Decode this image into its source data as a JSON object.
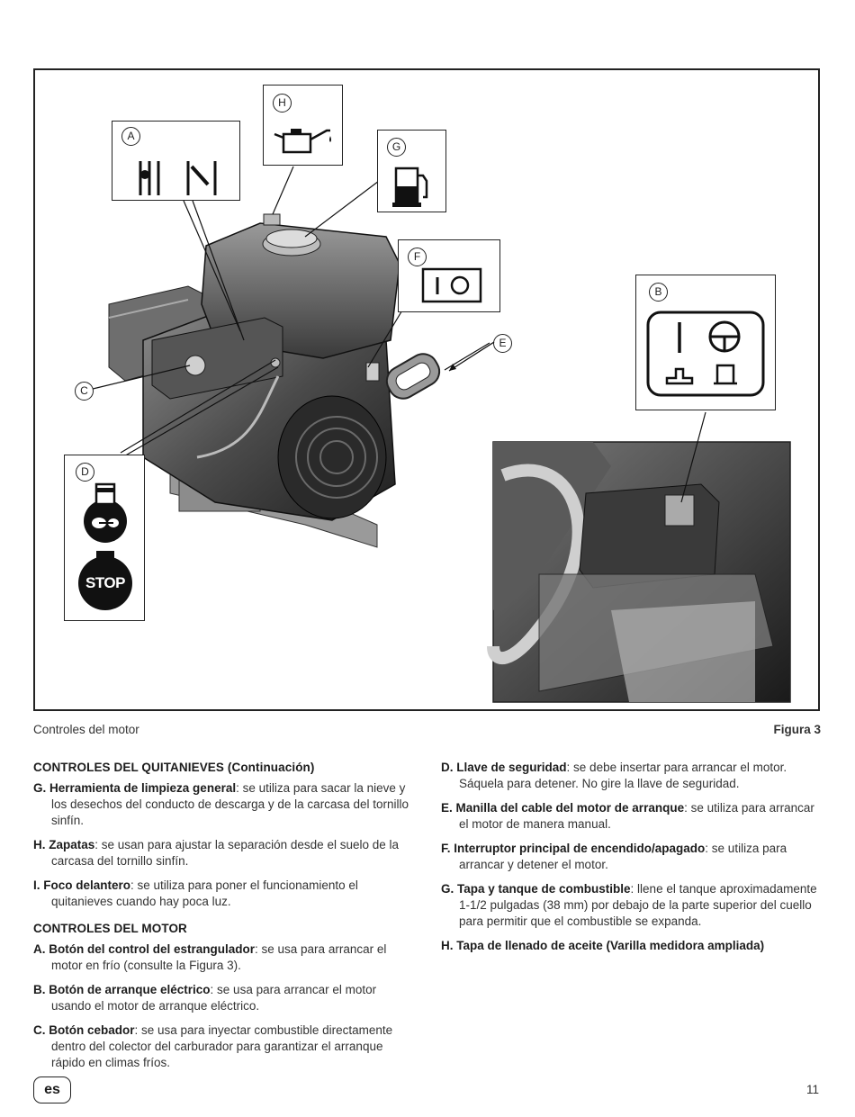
{
  "figure": {
    "callout_letters": {
      "a": "A",
      "b": "B",
      "c": "C",
      "d": "D",
      "e": "E",
      "f": "F",
      "g": "G",
      "h": "H"
    },
    "stop_label": "STOP",
    "caption": "Controles del motor",
    "number_label": "Figura 3"
  },
  "left_column": {
    "section1_heading": "CONTROLES DEL QUITANIEVES (Continuación)",
    "section1_items": [
      {
        "term": "G. Herramienta de limpieza general",
        "desc": ": se utiliza para sacar la nieve y los desechos del conducto de descarga y de la carcasa del tornillo sinfín."
      },
      {
        "term": "H. Zapatas",
        "desc": ": se usan para ajustar la separación desde el suelo de la carcasa del tornillo sinfín."
      },
      {
        "term": "I. Foco delantero",
        "desc": ": se utiliza para poner el funcionamiento el quitanieves cuando hay poca luz."
      }
    ],
    "section2_heading": "CONTROLES DEL MOTOR",
    "section2_items": [
      {
        "term": "A. Botón del control del estrangulador",
        "desc": ": se usa para arrancar el motor en frío (consulte la Figura 3)."
      },
      {
        "term": "B. Botón de arranque eléctrico",
        "desc": ": se usa para arrancar el motor usando el motor de arranque eléctrico."
      },
      {
        "term": "C. Botón cebador",
        "desc": ": se usa para inyectar combustible directamente dentro del colector del carburador para garantizar el arranque rápido en climas fríos."
      }
    ]
  },
  "right_column": {
    "items": [
      {
        "term": "D. Llave de seguridad",
        "desc": ": se debe insertar para arrancar el motor. Sáquela para detener. No gire la llave de seguridad."
      },
      {
        "term": "E. Manilla del cable del motor de arranque",
        "desc": ": se utiliza para arrancar el motor de manera manual."
      },
      {
        "term": "F. Interruptor principal de encendido/apagado",
        "desc": ": se utiliza para arrancar y detener el motor."
      },
      {
        "term": "G. Tapa y tanque de combustible",
        "desc": ": llene el tanque aproximadamente 1-1/2 pulgadas (38 mm) por debajo de la parte superior del cuello para permitir que el combustible se expanda."
      },
      {
        "term": "H. Tapa de llenado de aceite (Varilla medidora ampliada)",
        "desc": ""
      }
    ]
  },
  "footer": {
    "lang_badge": "es",
    "page_number": "11"
  }
}
